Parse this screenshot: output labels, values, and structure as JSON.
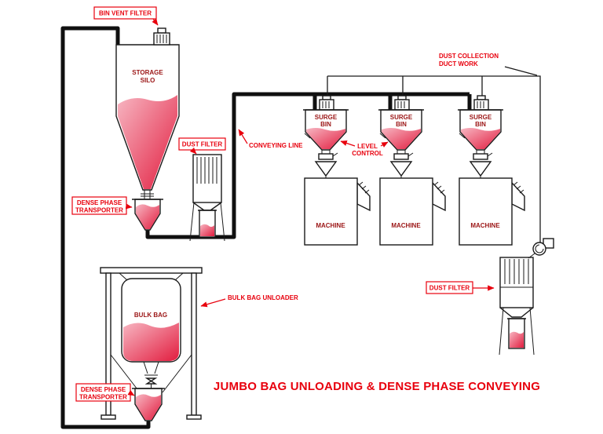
{
  "title": "JUMBO BAG UNLOADING & DENSE PHASE CONVEYING",
  "labels": {
    "bin_vent_filter": "BIN VENT FILTER",
    "storage_silo_line1": "STORAGE",
    "storage_silo_line2": "SILO",
    "dust_filter": "DUST FILTER",
    "conveying_line": "CONVEYING LINE",
    "dense_phase_line1": "DENSE PHASE",
    "dense_phase_line2": "TRANSPORTER",
    "dust_collection_line1": "DUST COLLECTION",
    "dust_collection_line2": "DUCT WORK",
    "surge_bin_line1": "SURGE",
    "surge_bin_line2": "BIN",
    "level_control_line1": "LEVEL",
    "level_control_line2": "CONTROL",
    "machine": "MACHINE",
    "bulk_bag_unloader": "BULK BAG UNLOADER",
    "bulk_bag": "BULK BAG"
  },
  "colors": {
    "callout_red": "#e8000d",
    "component_label_red": "#9b1515",
    "line_black": "#1a1a1a",
    "material_light": "#f7b6c2",
    "material_dark": "#e21d3f",
    "background": "#ffffff"
  }
}
